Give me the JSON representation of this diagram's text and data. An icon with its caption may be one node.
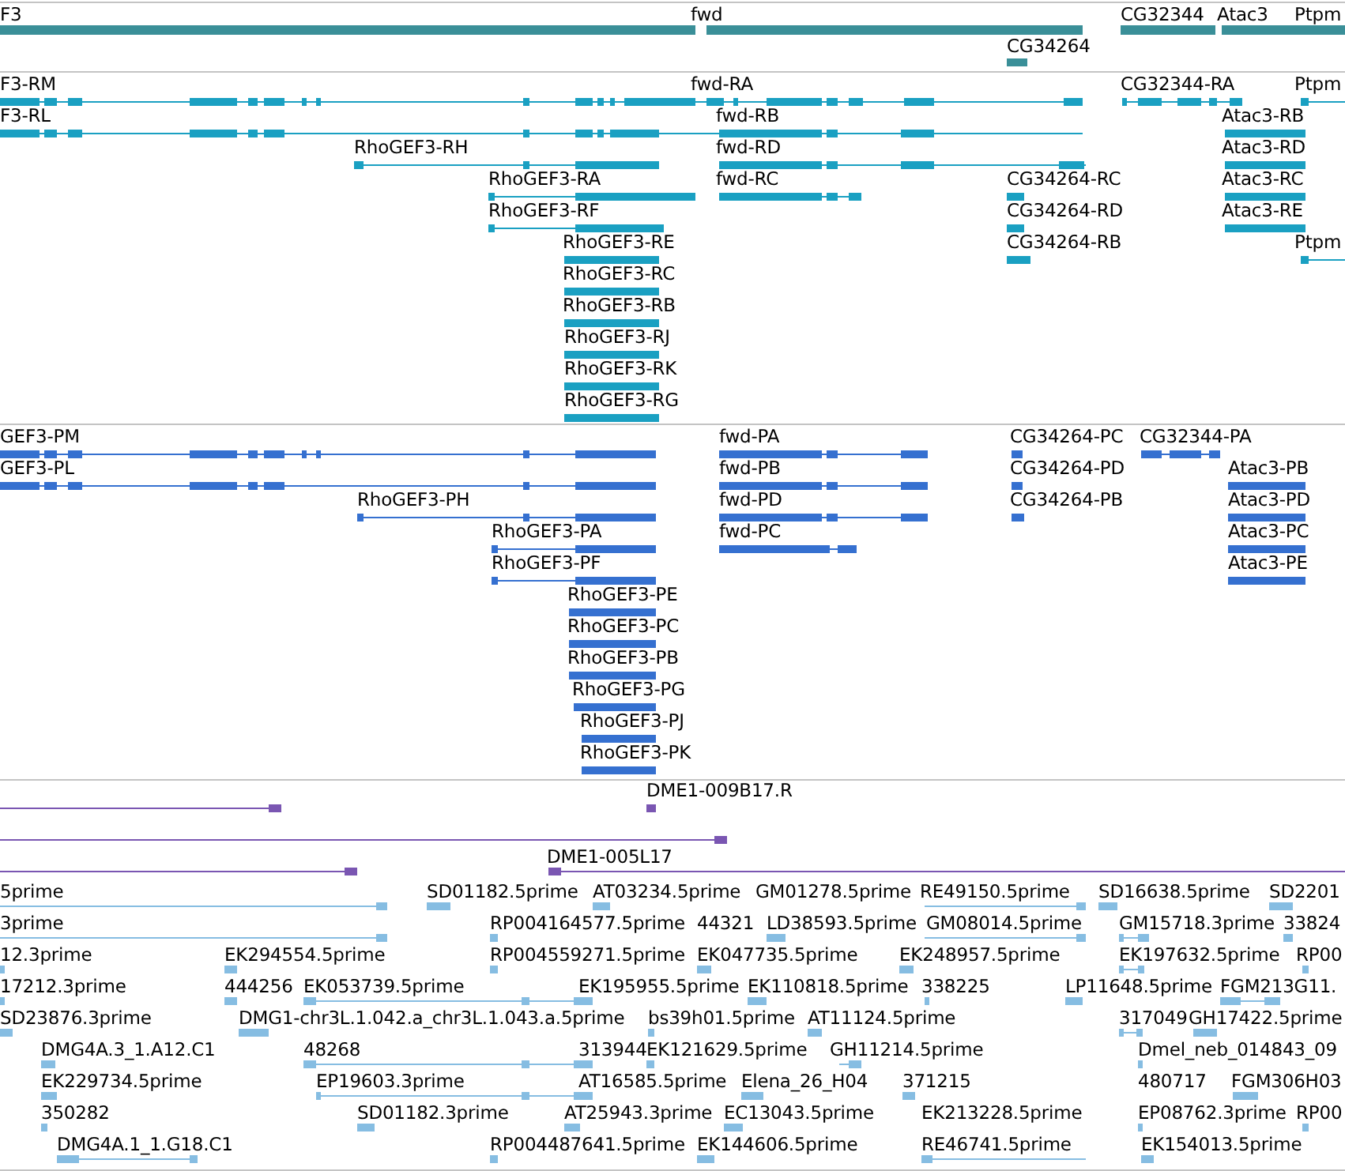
{
  "diagram": {
    "labels": [
      "F3",
      "fwd",
      "CG32344",
      "Atac3",
      "Ptpm",
      "CG34264",
      "F3-RM",
      "fwd-RA",
      "CG32344-RA",
      "Ptpm",
      "F3-RL",
      "fwd-RB",
      "Atac3-RB",
      "RhoGEF3-RH",
      "fwd-RD",
      "Atac3-RD",
      "RhoGEF3-RA",
      "fwd-RC",
      "CG34264-RC",
      "Atac3-RC",
      "RhoGEF3-RF",
      "CG34264-RD",
      "Atac3-RE",
      "RhoGEF3-RE",
      "CG34264-RB",
      "Ptpm",
      "RhoGEF3-RC",
      "RhoGEF3-RB",
      "RhoGEF3-RJ",
      "RhoGEF3-RK",
      "RhoGEF3-RG",
      "GEF3-PM",
      "fwd-PA",
      "CG34264-PC",
      "CG32344-PA",
      "GEF3-PL",
      "fwd-PB",
      "CG34264-PD",
      "Atac3-PB",
      "RhoGEF3-PH",
      "fwd-PD",
      "CG34264-PB",
      "Atac3-PD",
      "RhoGEF3-PA",
      "fwd-PC",
      "Atac3-PC",
      "RhoGEF3-PF",
      "Atac3-PE",
      "RhoGEF3-PE",
      "RhoGEF3-PC",
      "RhoGEF3-PB",
      "RhoGEF3-PG",
      "RhoGEF3-PJ",
      "RhoGEF3-PK",
      "DME1-009B17.R",
      "DME1-005L17",
      "5prime",
      "SD01182.5prime",
      "AT03234.5prime",
      "GM01278.5prime",
      "RE49150.5prime",
      "SD16638.5prime",
      "SD2201",
      "3prime",
      "RP004164577.5prime",
      "44321",
      "LD38593.5prime",
      "GM08014.5prime",
      "GM15718.3prime",
      "33824",
      "12.3prime",
      "EK294554.5prime",
      "RP004559271.5prime",
      "EK047735.5prime",
      "EK248957.5prime",
      "EK197632.5prime",
      "RP00",
      "17212.3prime",
      "444256",
      "EK053739.5prime",
      "EK195955.5prime",
      "EK110818.5prime",
      "338225",
      "LP11648.5prime",
      "FGM213G11.",
      "SD23876.3prime",
      "DMG1-chr3L.1.042.a_chr3L.1.043.a.5prime",
      "bs39h01.5prime",
      "AT11124.5prime",
      "317049",
      "GH17422.5prime",
      "DMG4A.3_1.A12.C1",
      "48268",
      "313944",
      "EK121629.5prime",
      "GH11214.5prime",
      "Dmel_neb_014843_09",
      "EK229734.5prime",
      "EP19603.3prime",
      "AT16585.5prime",
      "Elena_26_H04",
      "371215",
      "480717",
      "FGM306H03",
      "350282",
      "SD01182.3prime",
      "AT25943.3prime",
      "EC13043.5prime",
      "EK213228.5prime",
      "EP08762.3prime",
      "RP00",
      "DMG4A.1_1.G18.C1",
      "RP004487641.5prime",
      "EK144606.5prime",
      "RE46741.5prime",
      "EK154013.5prime"
    ]
  }
}
